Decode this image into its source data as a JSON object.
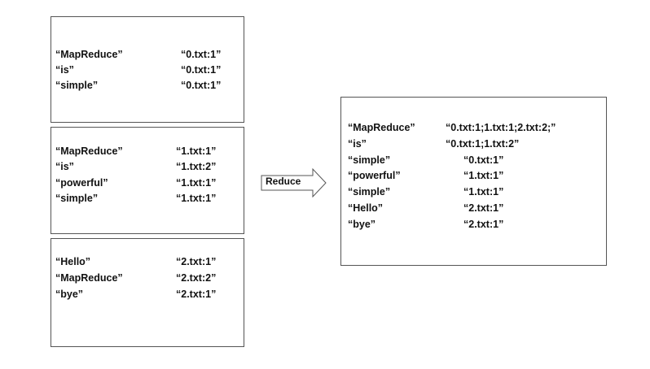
{
  "map_outputs": [
    {
      "rows": [
        {
          "key": "“MapReduce”",
          "value": "“0.txt:1”"
        },
        {
          "key": "“is”",
          "value": "“0.txt:1”"
        },
        {
          "key": "“simple”",
          "value": "“0.txt:1”"
        }
      ]
    },
    {
      "rows": [
        {
          "key": "“MapReduce”",
          "value": "“1.txt:1”"
        },
        {
          "key": "“is”",
          "value": "“1.txt:2”"
        },
        {
          "key": "“powerful”",
          "value": "“1.txt:1”"
        },
        {
          "key": "“simple”",
          "value": "“1.txt:1”"
        }
      ]
    },
    {
      "rows": [
        {
          "key": "“Hello”",
          "value": "“2.txt:1”"
        },
        {
          "key": "“MapReduce”",
          "value": "“2.txt:2”"
        },
        {
          "key": "“bye”",
          "value": "“2.txt:1”"
        }
      ]
    }
  ],
  "arrow_label": "Reduce",
  "reduce_output": {
    "rows": [
      {
        "key": "“MapReduce”",
        "value": "“0.txt:1;1.txt:1;2.txt:2;”"
      },
      {
        "key": "“is”",
        "value": "“0.txt:1;1.txt:2”"
      },
      {
        "key": "“simple”",
        "value": "“0.txt:1”"
      },
      {
        "key": "“powerful”",
        "value": "“1.txt:1”"
      },
      {
        "key": "“simple”",
        "value": "“1.txt:1”"
      },
      {
        "key": "“Hello”",
        "value": "“2.txt:1”"
      },
      {
        "key": "“bye”",
        "value": "“2.txt:1”"
      }
    ]
  }
}
